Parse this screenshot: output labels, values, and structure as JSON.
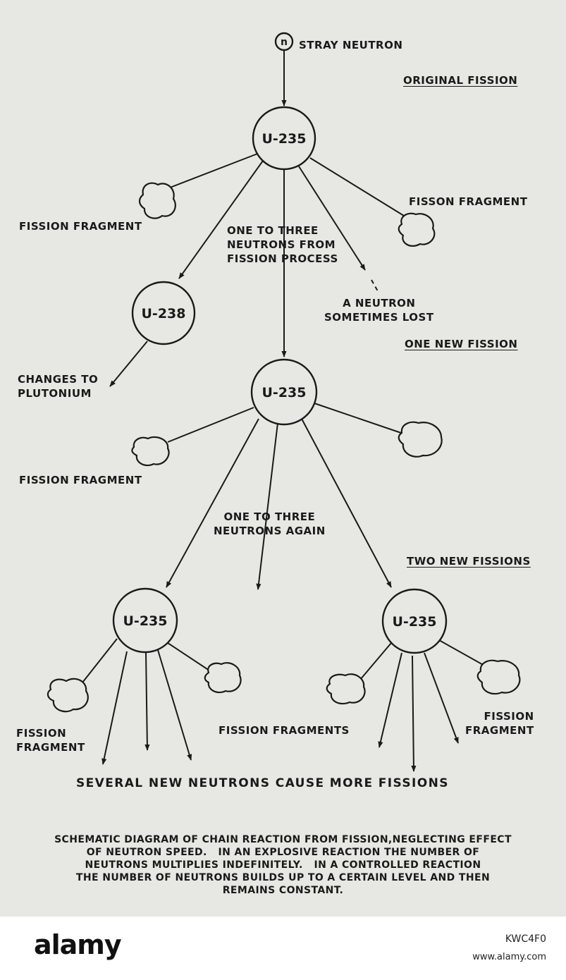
{
  "labels": {
    "stray_neutron_symbol": "n",
    "stray_neutron": "STRAY NEUTRON",
    "original_fission": "ORIGINAL FISSION",
    "fission_fragment_1": "FISSION FRAGMENT",
    "fisson_fragment": "FISSON FRAGMENT",
    "one_to_three": "ONE TO THREE\nNEUTRONS FROM\nFISSION PROCESS",
    "neutron_lost": "A NEUTRON\nSOMETIMES LOST",
    "one_new_fission": "ONE NEW FISSION",
    "changes_to": "CHANGES TO\nPLUTONIUM",
    "fission_fragment_2": "FISSION FRAGMENT",
    "one_to_three_again": "ONE TO THREE\nNEUTRONS AGAIN",
    "two_new_fissions": "TWO NEW FISSIONS",
    "fission_fragment_left": "FISSION\nFRAGMENT",
    "fission_fragments": "FISSION FRAGMENTS",
    "fission_fragment_right": "FISSION\nFRAGMENT",
    "several_new": "SEVERAL NEW NEUTRONS CAUSE MORE FISSIONS"
  },
  "nodes": {
    "n1": "U-235",
    "n2": "U-238",
    "n3": "U-235",
    "n4": "U-235",
    "n5": "U-235"
  },
  "caption": "SCHEMATIC DIAGRAM OF CHAIN REACTION FROM FISSION,NEGLECTING EFFECT\nOF NEUTRON SPEED.   IN AN EXPLOSIVE REACTION THE NUMBER OF\nNEUTRONS MULTIPLIES INDEFINITELY.   IN A CONTROLLED REACTION\nTHE NUMBER OF NEUTRONS BUILDS UP TO A CERTAIN LEVEL AND THEN\nREMAINS CONSTANT.",
  "footer": {
    "brand": "alamy",
    "image_id": "KWC4F0",
    "site": "www.alamy.com"
  },
  "colors": {
    "paper": "#e7e7e3",
    "ink": "#1a1a1a"
  }
}
